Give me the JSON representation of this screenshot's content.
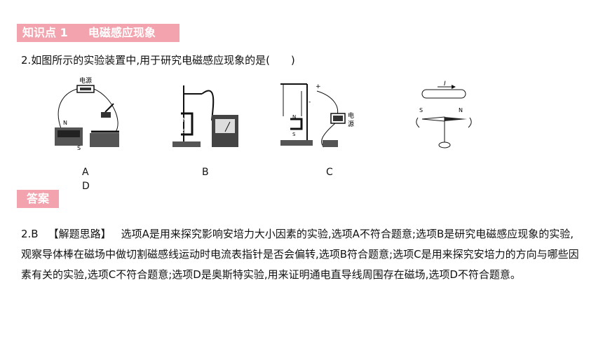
{
  "knowledge_point": {
    "number": "知识点 1",
    "title": "电磁感应现象"
  },
  "question": {
    "text": "2.如图所示的实验装置中,用于研究电磁感应现象的是(　　)"
  },
  "figures": {
    "A": {
      "label": "A",
      "texts": [
        "电源",
        "N",
        "S"
      ]
    },
    "B": {
      "label": "B",
      "texts": [
        "N",
        "S"
      ]
    },
    "C": {
      "label": "C",
      "texts": [
        "+",
        "-",
        "N",
        "S",
        "电",
        "源"
      ]
    },
    "D": {
      "label": "D",
      "texts": [
        "I",
        "S",
        "N"
      ]
    }
  },
  "answer_tag": "答案",
  "answer": {
    "choice": "2.B",
    "header": "【解题思路】",
    "explanation": "选项A是用来探究影响安培力大小因素的实验,选项A不符合题意;选项B是研究电磁感应现象的实验,观察导体棒在磁场中做切割磁感线运动时电流表指针是否会偏转,选项B符合题意;选项C是用来探究安培力的方向与哪些因素有关的实验,选项C不符合题意;选项D是奥斯特实验,用来证明通电直导线周围存在磁场,选项D不符合题意。"
  }
}
